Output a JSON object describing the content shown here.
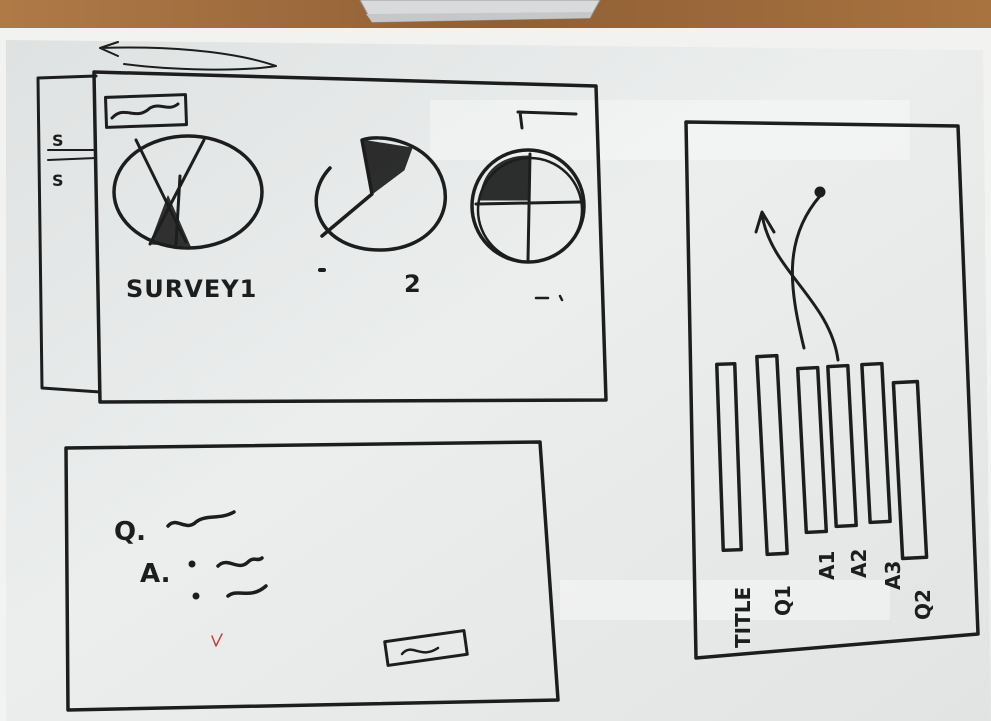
{
  "scene": {
    "type": "whiteboard-sketch",
    "colors": {
      "board": "#e8eaea",
      "frame": "#f3f3f1",
      "ink": "#1d1d1d",
      "wood": "#9c6b3e",
      "notebook": "#d8d8da",
      "red_ink": "#d23a3a"
    }
  },
  "survey_dashboard_sketch": {
    "tabs": [
      "S",
      "S"
    ],
    "survey_label": "SURVEY1",
    "pie_label_2": "2"
  },
  "question_card_sketch": {
    "question_marker": "Q.",
    "answer_marker": "A."
  },
  "bar_chart_sketch": {
    "axis_labels": [
      "TITLE",
      "Q1",
      "A1",
      "A2",
      "A3",
      "Q2"
    ]
  }
}
